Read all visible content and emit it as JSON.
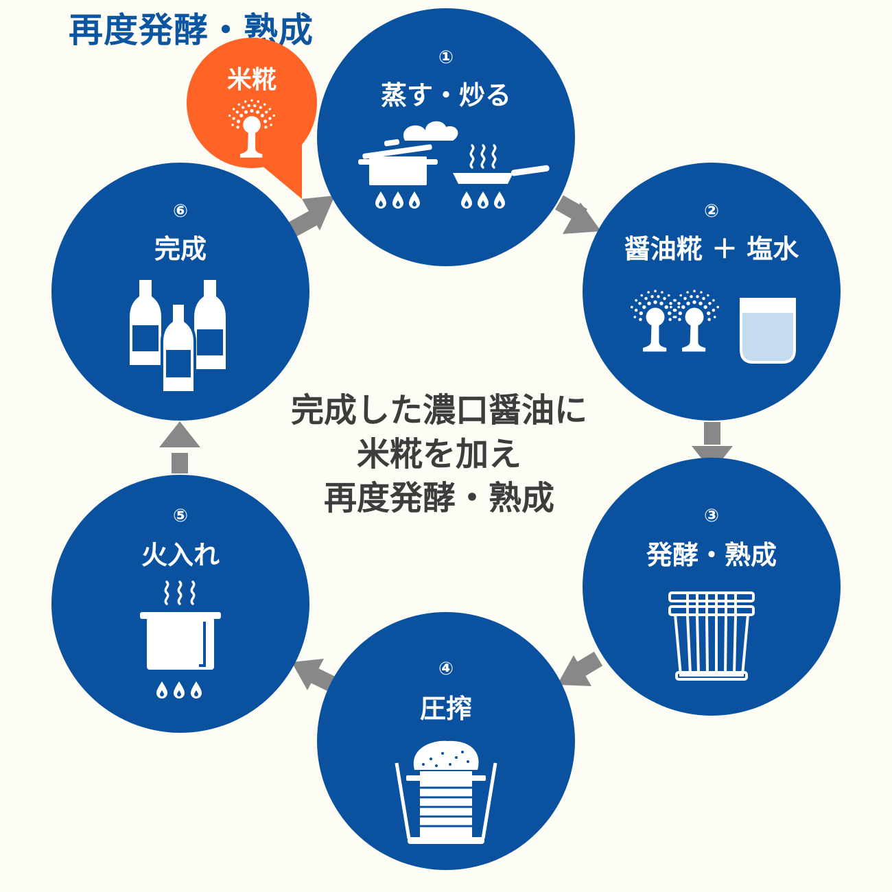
{
  "title": "再度発酵・熟成",
  "center_text": [
    "完成した濃口醤油に",
    "米糀を加え",
    "再度発酵・熟成"
  ],
  "bubble": {
    "label": "米糀"
  },
  "steps": [
    {
      "number": "①",
      "label": "蒸す・炒る"
    },
    {
      "number": "②",
      "label": "醤油糀 ＋ 塩水"
    },
    {
      "number": "③",
      "label": "発酵・熟成"
    },
    {
      "number": "④",
      "label": "圧搾"
    },
    {
      "number": "⑤",
      "label": "火入れ"
    },
    {
      "number": "⑥",
      "label": "完成"
    }
  ],
  "colors": {
    "circle": "#0a52a0",
    "bubble": "#ff6426",
    "arrow": "#888888",
    "title": "#0c55a0",
    "center_text": "#3d3d3d",
    "water_fill": "#c4dbf2"
  }
}
